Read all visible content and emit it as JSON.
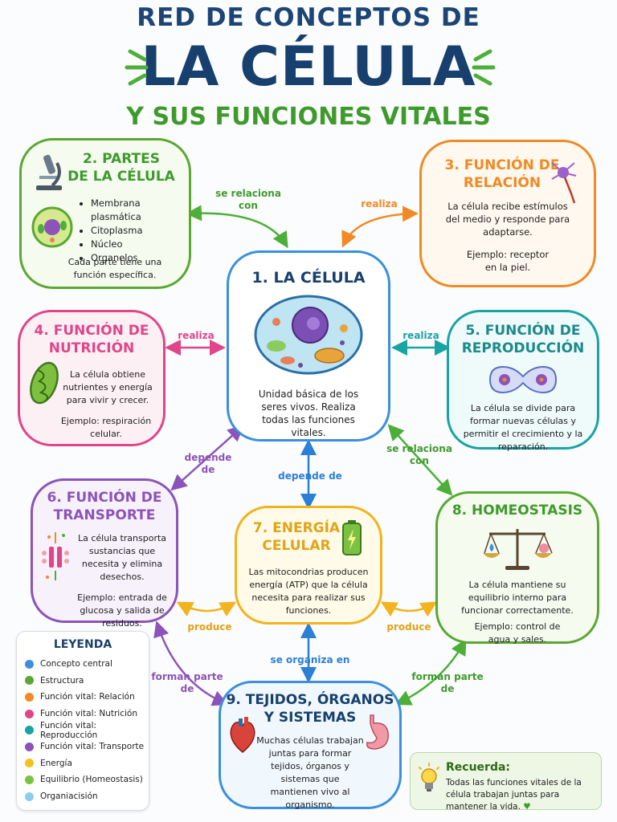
{
  "header": {
    "line1": "RED DE CONCEPTOS DE",
    "line2": "LA CÉLULA",
    "line3": "Y SUS FUNCIONES VITALES"
  },
  "nodes": {
    "celula": {
      "title": "1. LA CÉLULA",
      "text": "Unidad básica de los seres vivos. Realiza todas las funciones vitales.",
      "color": "#2b7fd4"
    },
    "partes": {
      "title_l1": "2. PARTES",
      "title_l2": "DE LA CÉLULA",
      "items": [
        "Membrana plasmática",
        "Citoplasma",
        "Núcleo",
        "Organelos"
      ],
      "note": "Cada parte tiene una función específica.",
      "color": "#5aa832"
    },
    "relacion": {
      "title_l1": "3. FUNCIÓN DE",
      "title_l2": "RELACIÓN",
      "text": "La célula recibe estímulos del medio y responde para adaptarse.",
      "example": "Ejemplo: receptor en la piel.",
      "color": "#f08a24"
    },
    "nutricion": {
      "title_l1": "4. FUNCIÓN DE",
      "title_l2": "NUTRICIÓN",
      "text": "La célula obtiene nutrientes y energía para vivir y crecer.",
      "example": "Ejemplo: respiración celular.",
      "color": "#e0458a"
    },
    "reproduccion": {
      "title_l1": "5. FUNCIÓN DE",
      "title_l2": "REPRODUCCIÓN",
      "text": "La célula se divide para formar nuevas células y permitir el crecimiento y la reparación.",
      "color": "#1aa3a5"
    },
    "transporte": {
      "title_l1": "6. FUNCIÓN DE",
      "title_l2": "TRANSPORTE",
      "text": "La célula transporta sustancias que necesita y elimina desechos.",
      "example": "Ejemplo: entrada de glucosa y salida de residuos.",
      "color": "#8c53b8"
    },
    "energia": {
      "title_l1": "7. ENERGÍA",
      "title_l2": "CELULAR",
      "text": "Las mitocondrias producen energía (ATP) que la célula necesita para realizar sus funciones.",
      "color": "#f2b31c"
    },
    "homeostasis": {
      "title": "8. HOMEOSTASIS",
      "text": "La célula mantiene su equilibrio interno para funcionar correctamente.",
      "example": "Ejemplo: control de agua y sales.",
      "color": "#5aa832"
    },
    "tejidos": {
      "title_l1": "9. TEJIDOS, ÓRGANOS",
      "title_l2": "Y SISTEMAS",
      "text": "Muchas células trabajan juntas para formar tejidos, órganos y sistemas que mantienen vivo al organismo.",
      "color": "#2b7fd4"
    }
  },
  "links": {
    "se_relaciona_a": "se relaciona con",
    "realiza_a": "realiza",
    "realiza_b": "realiza",
    "realiza_c": "realiza",
    "depende_a": "depende de",
    "depende_b": "depende de",
    "se_relaciona_b": "se relaciona con",
    "produce_a": "produce",
    "produce_b": "produce",
    "se_organiza": "se organiza en",
    "forman_a": "forman parte de",
    "forman_b": "forman parte de"
  },
  "legend": {
    "title": "LEYENDA",
    "items": [
      {
        "label": "Concepto central",
        "color": "#3b8fdc"
      },
      {
        "label": "Estructura",
        "color": "#5aa832"
      },
      {
        "label": "Función vital: Relación",
        "color": "#f08a24"
      },
      {
        "label": "Función vital: Nutrición",
        "color": "#e0458a"
      },
      {
        "label": "Función vital: Reproducción",
        "color": "#1aa3a5"
      },
      {
        "label": "Función vital: Transporte",
        "color": "#8c53b8"
      },
      {
        "label": "Energía",
        "color": "#f2c21c"
      },
      {
        "label": "Equilibrio (Homeostasis)",
        "color": "#7cc242"
      },
      {
        "label": "Organiacisión",
        "color": "#8fcbee"
      }
    ]
  },
  "recuerda": {
    "title": "Recuerda:",
    "text": "Todas las funciones vitales de la célula trabajan juntas para mantener la vida."
  }
}
